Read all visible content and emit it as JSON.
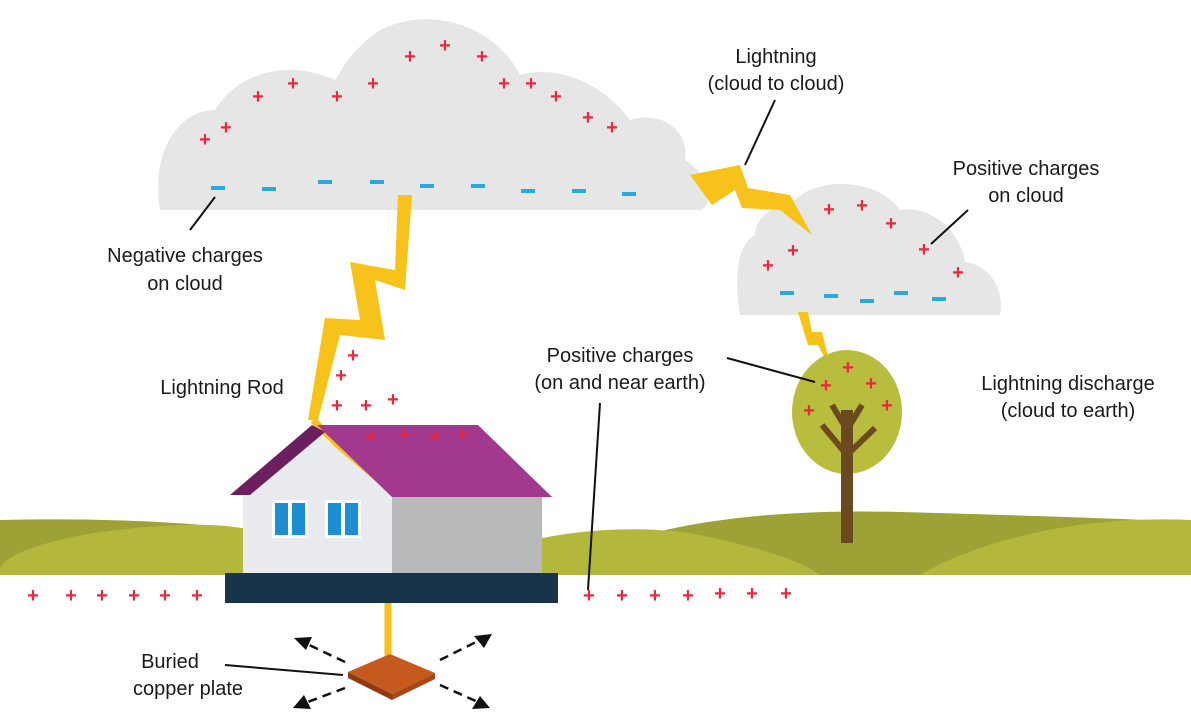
{
  "labels": {
    "lightning_cc_line1": "Lightning",
    "lightning_cc_line2": "(cloud to cloud)",
    "pos_cloud_line1": "Positive charges",
    "pos_cloud_line2": "on cloud",
    "neg_cloud_line1": "Negative charges",
    "neg_cloud_line2": "on cloud",
    "lightning_rod": "Lightning Rod",
    "pos_earth_line1": "Positive charges",
    "pos_earth_line2": "(on and near earth)",
    "discharge_line1": "Lightning discharge",
    "discharge_line2": "(cloud to earth)",
    "plate_line1": "Buried",
    "plate_line2": "copper plate"
  },
  "symbols": {
    "positive": "+"
  },
  "colors": {
    "cloud": "#e6e6e6",
    "bolt": "#f7c21a",
    "positive_charge": "#e8283c",
    "negative_charge": "#27a9e1",
    "roof": "#a3388f",
    "hill": "#b3b83c",
    "foundation": "#17344a",
    "copper_plate": "#c65a1e",
    "tree_canopy": "#b9bd3e",
    "tree_trunk": "#6b4a1f"
  }
}
